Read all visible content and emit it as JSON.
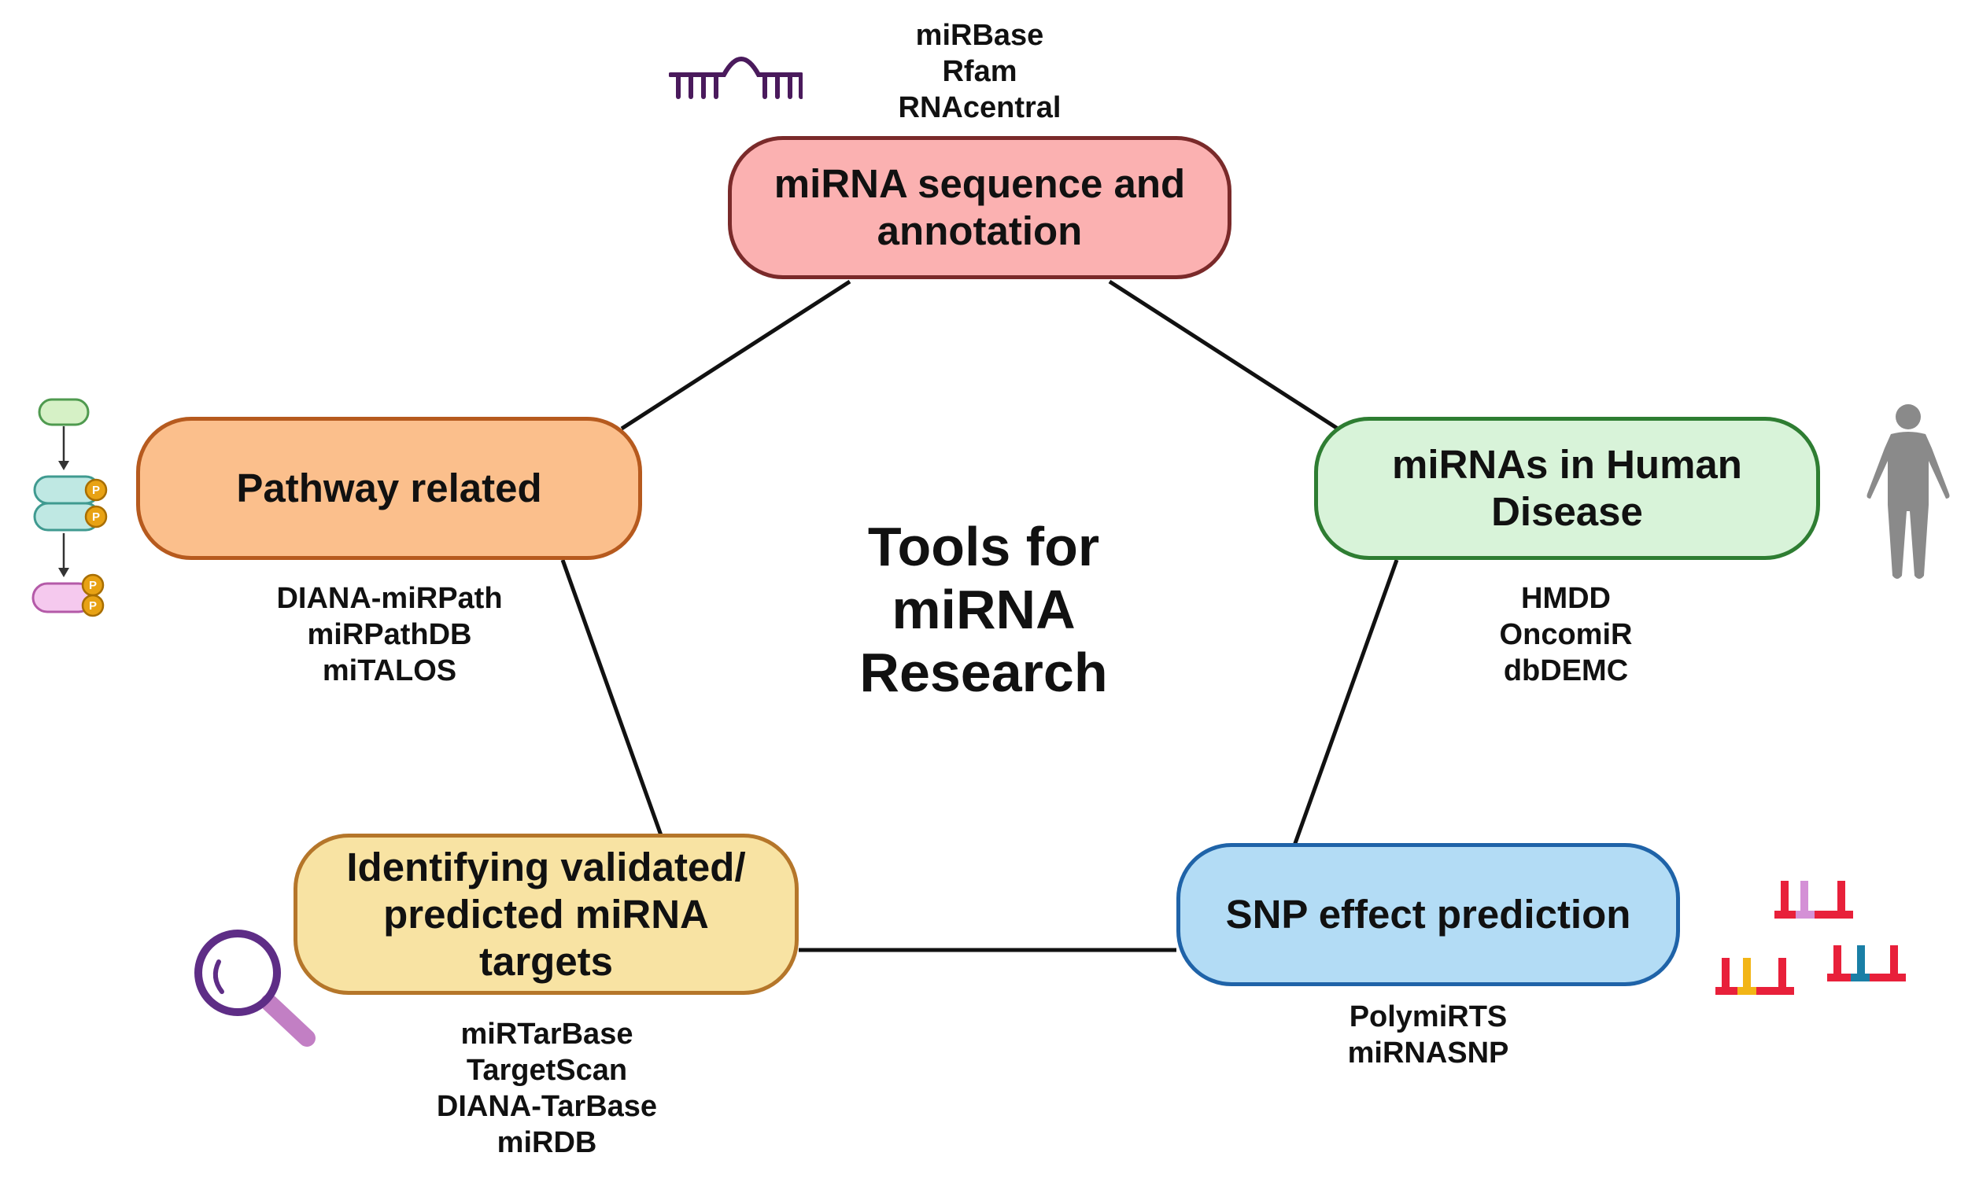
{
  "center_title": [
    "Tools for",
    "miRNA",
    "Research"
  ],
  "nodes": {
    "sequence": {
      "label": "miRNA sequence and annotation",
      "fill": "#fbb1b1",
      "stroke": "#7a2a2a",
      "tools": [
        "miRBase",
        "Rfam",
        "RNAcentral"
      ],
      "icon": "rna-hairpin-icon"
    },
    "disease": {
      "label": "miRNAs in Human Disease",
      "fill": "#d8f3d9",
      "stroke": "#2e7d32",
      "tools": [
        "HMDD",
        "OncomiR",
        "dbDEMC"
      ],
      "icon": "human-body-icon"
    },
    "snp": {
      "label": "SNP effect prediction",
      "fill": "#b3dcf5",
      "stroke": "#1f63a8",
      "tools": [
        "PolymiRTS",
        "miRNASNP"
      ],
      "icon": "snp-variants-icon"
    },
    "targets": {
      "label": "Identifying validated/ predicted miRNA targets",
      "fill": "#f8e3a3",
      "stroke": "#b5762a",
      "tools": [
        "miRTarBase",
        "TargetScan",
        "DIANA-TarBase",
        "miRDB"
      ],
      "icon": "magnifier-icon"
    },
    "pathway": {
      "label": "Pathway related",
      "fill": "#fbbf8c",
      "stroke": "#b65a1e",
      "tools": [
        "DIANA-miRPath",
        "miRPathDB",
        "miTALOS"
      ],
      "icon": "phosphorylation-pathway-icon"
    }
  },
  "edge_color": "#111111",
  "icon_colors": {
    "rna": "#4a1a5c",
    "human": "#8a8a8a",
    "magnifier_ring": "#5e2d86",
    "magnifier_handle": "#c27fc4",
    "snp_red": "#e8203a",
    "snp_pink": "#d490d6",
    "snp_yellow": "#f2b516",
    "snp_blue": "#1a7fa6",
    "pathway_green": "#d6f1c6",
    "pathway_teal": "#bfe8e3",
    "pathway_pink": "#f5c9ee",
    "phospho": "#e8a214"
  }
}
